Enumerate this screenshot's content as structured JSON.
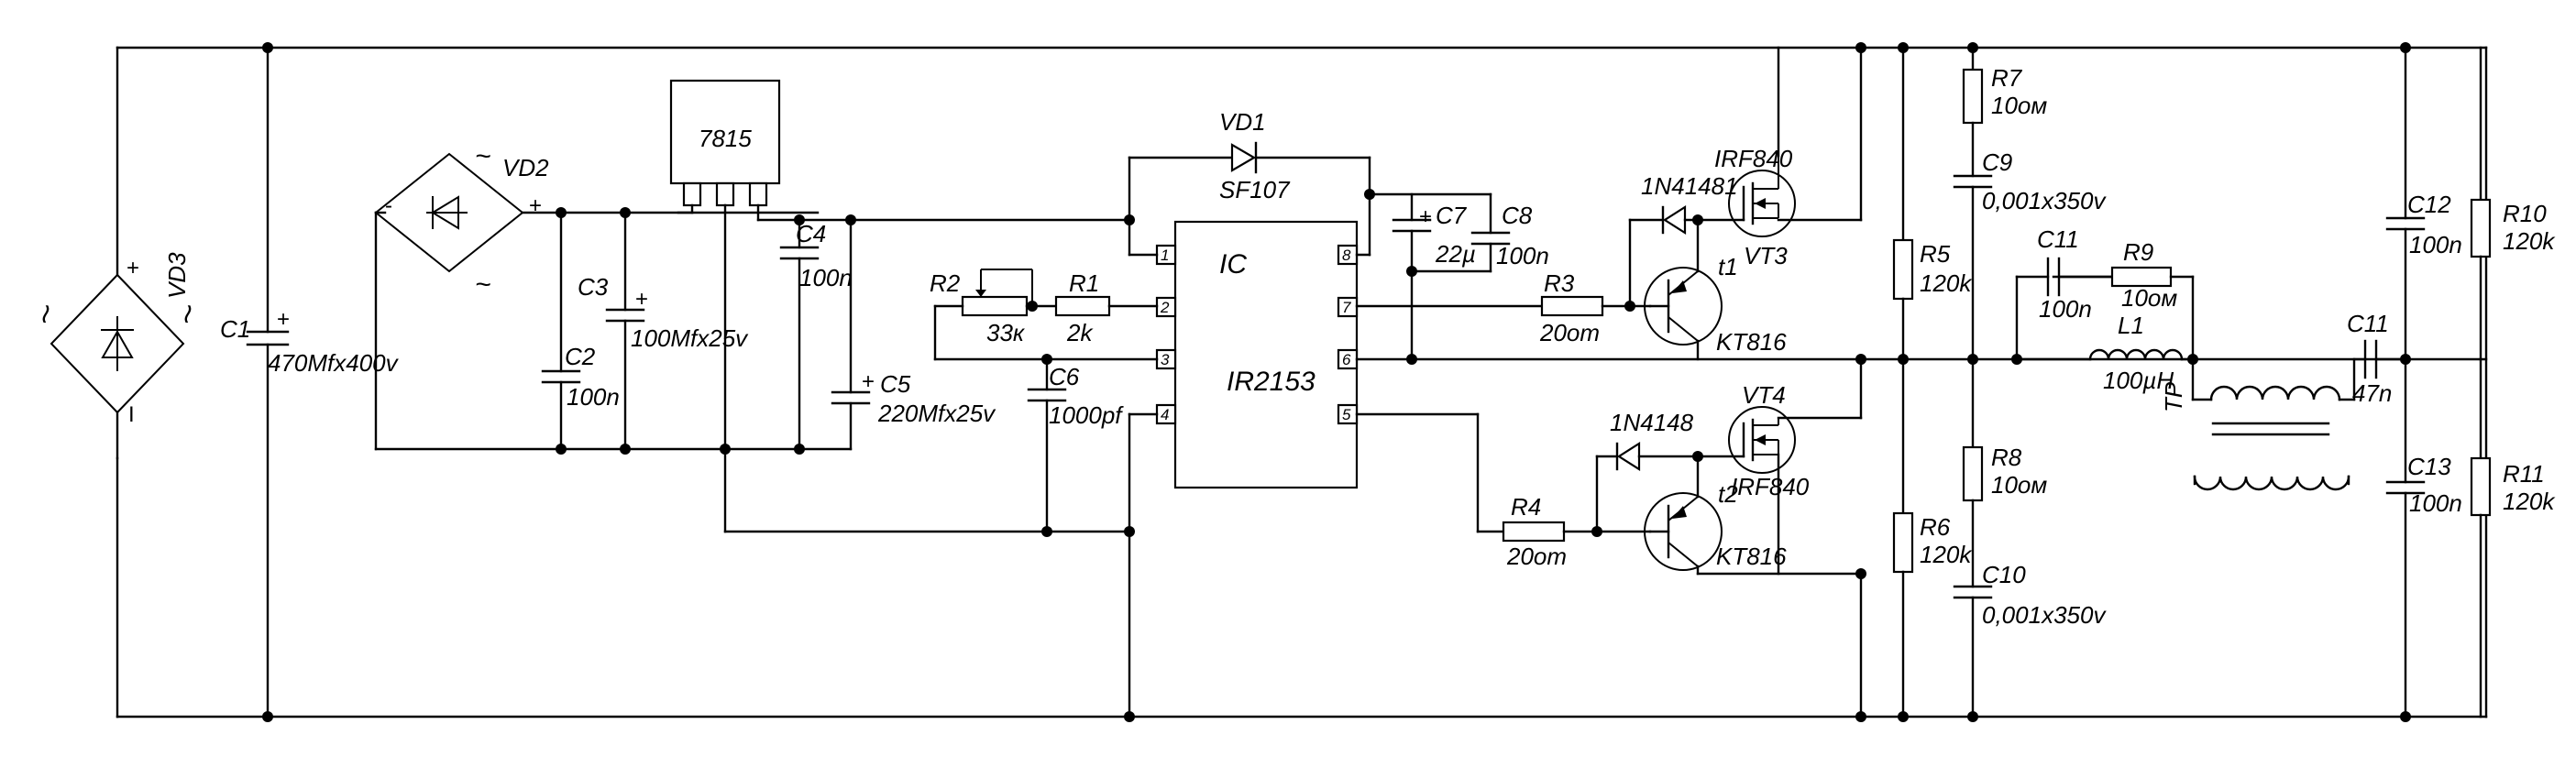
{
  "components": {
    "vd3": {
      "ref": "VD3"
    },
    "c1": {
      "ref": "C1",
      "value": "470Mfx400v"
    },
    "vd2": {
      "ref": "VD2"
    },
    "c2": {
      "ref": "C2",
      "value": "100n"
    },
    "c3": {
      "ref": "C3",
      "value": "100Mfx25v"
    },
    "reg": {
      "ref": "7815"
    },
    "c4": {
      "ref": "C4",
      "value": "100n"
    },
    "c5": {
      "ref": "C5",
      "value": "220Mfx25v"
    },
    "r2": {
      "ref": "R2",
      "value": "33к"
    },
    "r1": {
      "ref": "R1",
      "value": "2k"
    },
    "c6": {
      "ref": "C6",
      "value": "1000pf"
    },
    "vd1": {
      "ref": "VD1",
      "value": "SF107"
    },
    "ic": {
      "ref": "IC",
      "value": "IR2153",
      "pins": [
        "1",
        "2",
        "3",
        "4",
        "5",
        "6",
        "7",
        "8"
      ]
    },
    "c7": {
      "ref": "C7",
      "value": "22µ"
    },
    "c8": {
      "ref": "C8",
      "value": "100n"
    },
    "r3": {
      "ref": "R3",
      "value": "20om"
    },
    "r4": {
      "ref": "R4",
      "value": "20om"
    },
    "d_top": {
      "ref": "1N41481"
    },
    "d_bot": {
      "ref": "1N4148"
    },
    "t1": {
      "ref": "t1",
      "value": "KT816"
    },
    "t2": {
      "ref": "t2",
      "value": "KT816"
    },
    "vt3": {
      "ref": "VT3",
      "value": "IRF840"
    },
    "vt4": {
      "ref": "VT4",
      "value": "IRF840"
    },
    "r5": {
      "ref": "R5",
      "value": "120k"
    },
    "r6": {
      "ref": "R6",
      "value": "120k"
    },
    "r7": {
      "ref": "R7",
      "value": "10ом"
    },
    "r8": {
      "ref": "R8",
      "value": "10ом"
    },
    "c9": {
      "ref": "C9",
      "value": "0,001x350v"
    },
    "c10": {
      "ref": "C10",
      "value": "0,001x350v"
    },
    "c11a": {
      "ref": "C11",
      "value": "100n"
    },
    "r9": {
      "ref": "R9",
      "value": "10ом"
    },
    "l1": {
      "ref": "L1",
      "value": "100µH"
    },
    "tp": {
      "ref": "TP"
    },
    "c11b": {
      "ref": "C11",
      "value": "47n"
    },
    "c12": {
      "ref": "C12",
      "value": "100n"
    },
    "c13": {
      "ref": "C13",
      "value": "100n"
    },
    "r10": {
      "ref": "R10",
      "value": "120k"
    },
    "r11": {
      "ref": "R11",
      "value": "120k"
    }
  },
  "symbols": {
    "plus": "+",
    "minus": "-",
    "ac": "~",
    "ac_alt": "≀",
    "bar": "I"
  }
}
